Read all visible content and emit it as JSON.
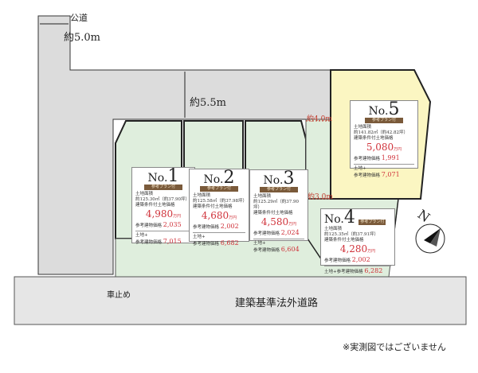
{
  "roads": {
    "public_road": "公道",
    "public_road_width": "約5.0m",
    "private_road_width": "約5.5m",
    "bottom_road": "建築基準法外道路",
    "car_stop": "車止め"
  },
  "dimensions": {
    "d1": "約4.0m",
    "d2": "約3.0m"
  },
  "common": {
    "badge": "参考プラン付",
    "area_label": "土地面積",
    "land_price_label": "建築条件付土地価格",
    "unit": "万円",
    "building_label": "参考建物価格",
    "total_label_1": "土地+",
    "total_label_2": "参考建物価格"
  },
  "lots": [
    {
      "no_prefix": "No.",
      "no": "1",
      "area": "約125.30㎡（約37.90坪）",
      "land_price": "4,980",
      "building_price": "2,035",
      "total_price": "7,015"
    },
    {
      "no_prefix": "No.",
      "no": "2",
      "area": "約125.58㎡（約37.98坪）",
      "land_price": "4,680",
      "building_price": "2,002",
      "total_price": "6,682"
    },
    {
      "no_prefix": "No.",
      "no": "3",
      "area": "約125.29㎡（約37.90坪）",
      "land_price": "4,580",
      "building_price": "2,024",
      "total_price": "6,604"
    },
    {
      "no_prefix": "No.",
      "no": "4",
      "area": "約125.35㎡（約37.91坪）",
      "land_price": "4,280",
      "building_price": "2,002",
      "total_price": "6,282"
    },
    {
      "no_prefix": "No.",
      "no": "5",
      "area": "約141.82㎡（約42.82坪）",
      "land_price": "5,080",
      "building_price": "1,991",
      "total_price": "7,071"
    }
  ],
  "compass": {
    "label": "N"
  },
  "note": "※実測図ではございません",
  "colors": {
    "lot": "#dfeedd",
    "lot5": "#fbf6c2",
    "road": "#dcdcdc",
    "dimension": "#c0392b"
  }
}
